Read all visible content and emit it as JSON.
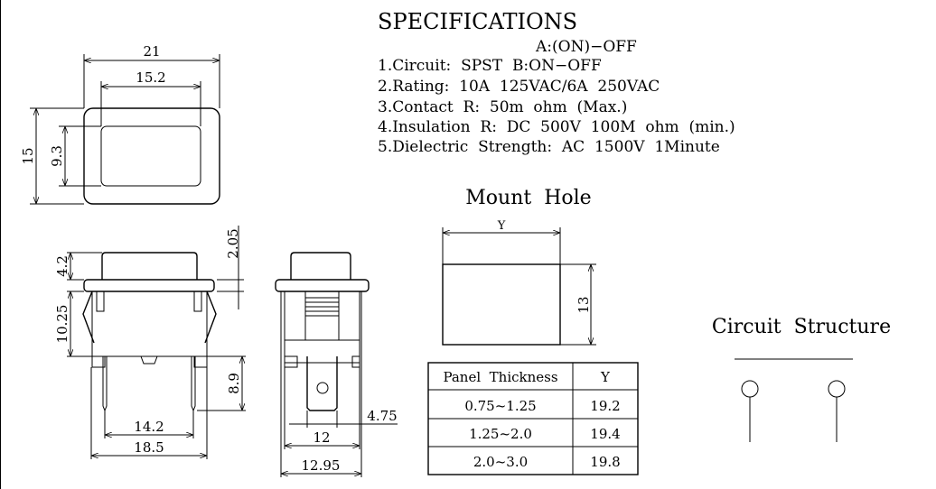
{
  "specifications": {
    "title": "SPECIFICATIONS",
    "circuit_a": "A:(ON)−OFF",
    "lines": [
      "1.Circuit:  SPST  B:ON−OFF",
      "2.Rating:  10A  125VAC/6A  250VAC",
      "3.Contact  R:  50m  ohm  (Max.)",
      "4.Insulation  R:  DC  500V  100M  ohm  (min.)",
      "5.Dielectric  Strength:  AC  1500V  1Minute"
    ]
  },
  "top_view": {
    "width": "21",
    "inner_width": "15.2",
    "height": "15",
    "inner_height": "9.3"
  },
  "side_view": {
    "cap_height": "4.2",
    "body_height": "10.25",
    "flange": "2.05",
    "pin_length": "8.9",
    "pin_pitch": "14.2",
    "body_width": "18.5"
  },
  "end_view": {
    "terminal_width": "4.75",
    "body_width": "12",
    "flange_width": "12.95"
  },
  "mount_hole": {
    "title": "Mount  Hole",
    "width_label": "Y",
    "height": "13",
    "table": {
      "headers": [
        "Panel  Thickness",
        "Y"
      ],
      "rows": [
        [
          "0.75~1.25",
          "19.2"
        ],
        [
          "1.25~2.0",
          "19.4"
        ],
        [
          "2.0~3.0",
          "19.8"
        ]
      ]
    }
  },
  "circuit_structure": {
    "title": "Circuit  Structure"
  }
}
